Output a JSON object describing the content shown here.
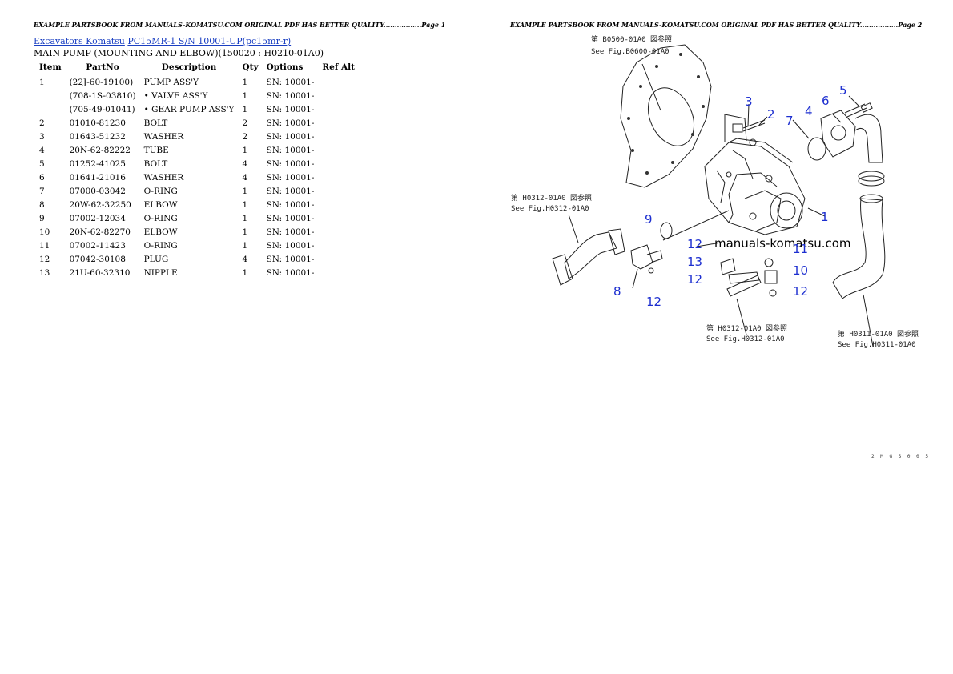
{
  "header": {
    "page1": "EXAMPLE PARTSBOOK FROM MANUALS-KOMATSU.COM ORIGINAL PDF HAS BETTER QUALITY.................Page 1",
    "page2": "EXAMPLE PARTSBOOK FROM MANUALS-KOMATSU.COM ORIGINAL PDF HAS BETTER QUALITY.................Page 2"
  },
  "breadcrumb": {
    "link1": "Excavators Komatsu",
    "link2": "PC15MR-1 S/N 10001-UP(pc15mr-r)"
  },
  "subtitle": "MAIN PUMP (MOUNTING AND ELBOW)(150020 : H0210-01A0)",
  "table": {
    "headers": [
      "Item",
      "PartNo",
      "Description",
      "Qty",
      "Options",
      "Ref Alt"
    ],
    "rows": [
      [
        "1",
        "(22J-60-19100)",
        "PUMP ASS'Y",
        "1",
        "SN: 10001-",
        ""
      ],
      [
        "",
        "(708-1S-03810)",
        "• VALVE ASS'Y",
        "1",
        "SN: 10001-",
        ""
      ],
      [
        "",
        "(705-49-01041)",
        "• GEAR PUMP ASS'Y",
        "1",
        "SN: 10001-",
        ""
      ],
      [
        "2",
        "01010-81230",
        "BOLT",
        "2",
        "SN: 10001-",
        ""
      ],
      [
        "3",
        "01643-51232",
        "WASHER",
        "2",
        "SN: 10001-",
        ""
      ],
      [
        "4",
        "20N-62-82222",
        "TUBE",
        "1",
        "SN: 10001-",
        ""
      ],
      [
        "5",
        "01252-41025",
        "BOLT",
        "4",
        "SN: 10001-",
        ""
      ],
      [
        "6",
        "01641-21016",
        "WASHER",
        "4",
        "SN: 10001-",
        ""
      ],
      [
        "7",
        "07000-03042",
        "O-RING",
        "1",
        "SN: 10001-",
        ""
      ],
      [
        "8",
        "20W-62-32250",
        "ELBOW",
        "1",
        "SN: 10001-",
        ""
      ],
      [
        "9",
        "07002-12034",
        "O-RING",
        "1",
        "SN: 10001-",
        ""
      ],
      [
        "10",
        "20N-62-82270",
        "ELBOW",
        "1",
        "SN: 10001-",
        ""
      ],
      [
        "11",
        "07002-11423",
        "O-RING",
        "1",
        "SN: 10001-",
        ""
      ],
      [
        "12",
        "07042-30108",
        "PLUG",
        "4",
        "SN: 10001-",
        ""
      ],
      [
        "13",
        "21U-60-32310",
        "NIPPLE",
        "1",
        "SN: 10001-",
        ""
      ]
    ]
  },
  "diagram": {
    "watermark": "manuals-komatsu.com",
    "refs": {
      "top_jp": "第 B0500-01A0 図参照",
      "top_en": "See Fig.B0600-01A0",
      "left_jp": "第 H0312-01A0 図参照",
      "left_en": "See Fig.H0312-01A0",
      "bottom_jp": "第 H0312-01A0 図参照",
      "bottom_en": "See Fig.H0312-01A0",
      "right_jp": "第 H0311-01A0 図参照",
      "right_en": "See Fig.H0311-01A0"
    },
    "callouts": {
      "c1": "1",
      "c2": "2",
      "c3": "3",
      "c4": "4",
      "c5": "5",
      "c6": "6",
      "c7": "7",
      "c8": "8",
      "c9": "9",
      "c10": "10",
      "c11": "11",
      "c12a": "12",
      "c12b": "12",
      "c12c": "12",
      "c12d": "12",
      "c13": "13"
    },
    "code": "2 M G S 0 0 5"
  },
  "colors": {
    "link": "#1a3fc2",
    "callout": "#1d2fd0"
  }
}
